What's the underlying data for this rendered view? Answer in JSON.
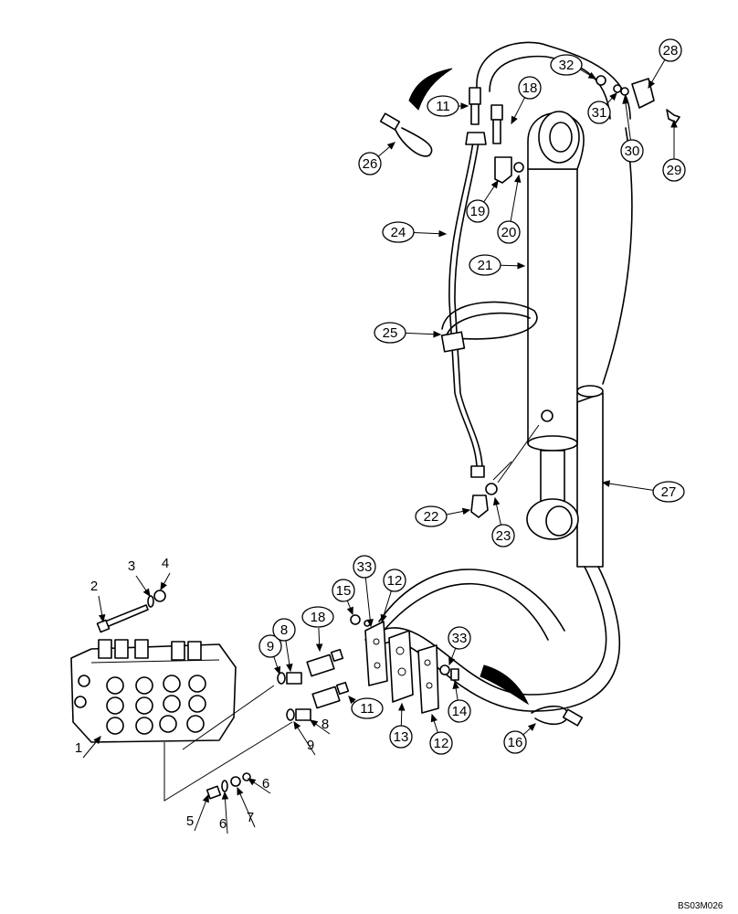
{
  "diagram": {
    "figure_reference": "BS03M026",
    "callouts": [
      {
        "key": "c11a",
        "label": "11"
      },
      {
        "key": "c18a",
        "label": "18"
      },
      {
        "key": "c32",
        "label": "32"
      },
      {
        "key": "c28",
        "label": "28"
      },
      {
        "key": "c31",
        "label": "31"
      },
      {
        "key": "c30",
        "label": "30"
      },
      {
        "key": "c29",
        "label": "29"
      },
      {
        "key": "c26",
        "label": "26"
      },
      {
        "key": "c19",
        "label": "19"
      },
      {
        "key": "c20",
        "label": "20"
      },
      {
        "key": "c24",
        "label": "24"
      },
      {
        "key": "c21",
        "label": "21"
      },
      {
        "key": "c25",
        "label": "25"
      },
      {
        "key": "c27",
        "label": "27"
      },
      {
        "key": "c22",
        "label": "22"
      },
      {
        "key": "c23",
        "label": "23"
      },
      {
        "key": "c33a",
        "label": "33"
      },
      {
        "key": "c15",
        "label": "15"
      },
      {
        "key": "c12a",
        "label": "12"
      },
      {
        "key": "c18b",
        "label": "18"
      },
      {
        "key": "c33b",
        "label": "33"
      },
      {
        "key": "c9a",
        "label": "9"
      },
      {
        "key": "c8a",
        "label": "8"
      },
      {
        "key": "c11b",
        "label": "11"
      },
      {
        "key": "c13",
        "label": "13"
      },
      {
        "key": "c12b",
        "label": "12"
      },
      {
        "key": "c14",
        "label": "14"
      },
      {
        "key": "c16",
        "label": "16"
      }
    ],
    "plain_labels": [
      {
        "key": "p2",
        "label": "2"
      },
      {
        "key": "p3",
        "label": "3"
      },
      {
        "key": "p4",
        "label": "4"
      },
      {
        "key": "p1",
        "label": "1"
      },
      {
        "key": "p8",
        "label": "8"
      },
      {
        "key": "p9",
        "label": "9"
      },
      {
        "key": "p6a",
        "label": "6"
      },
      {
        "key": "p5",
        "label": "5"
      },
      {
        "key": "p6b",
        "label": "6"
      },
      {
        "key": "p7",
        "label": "7"
      }
    ]
  }
}
